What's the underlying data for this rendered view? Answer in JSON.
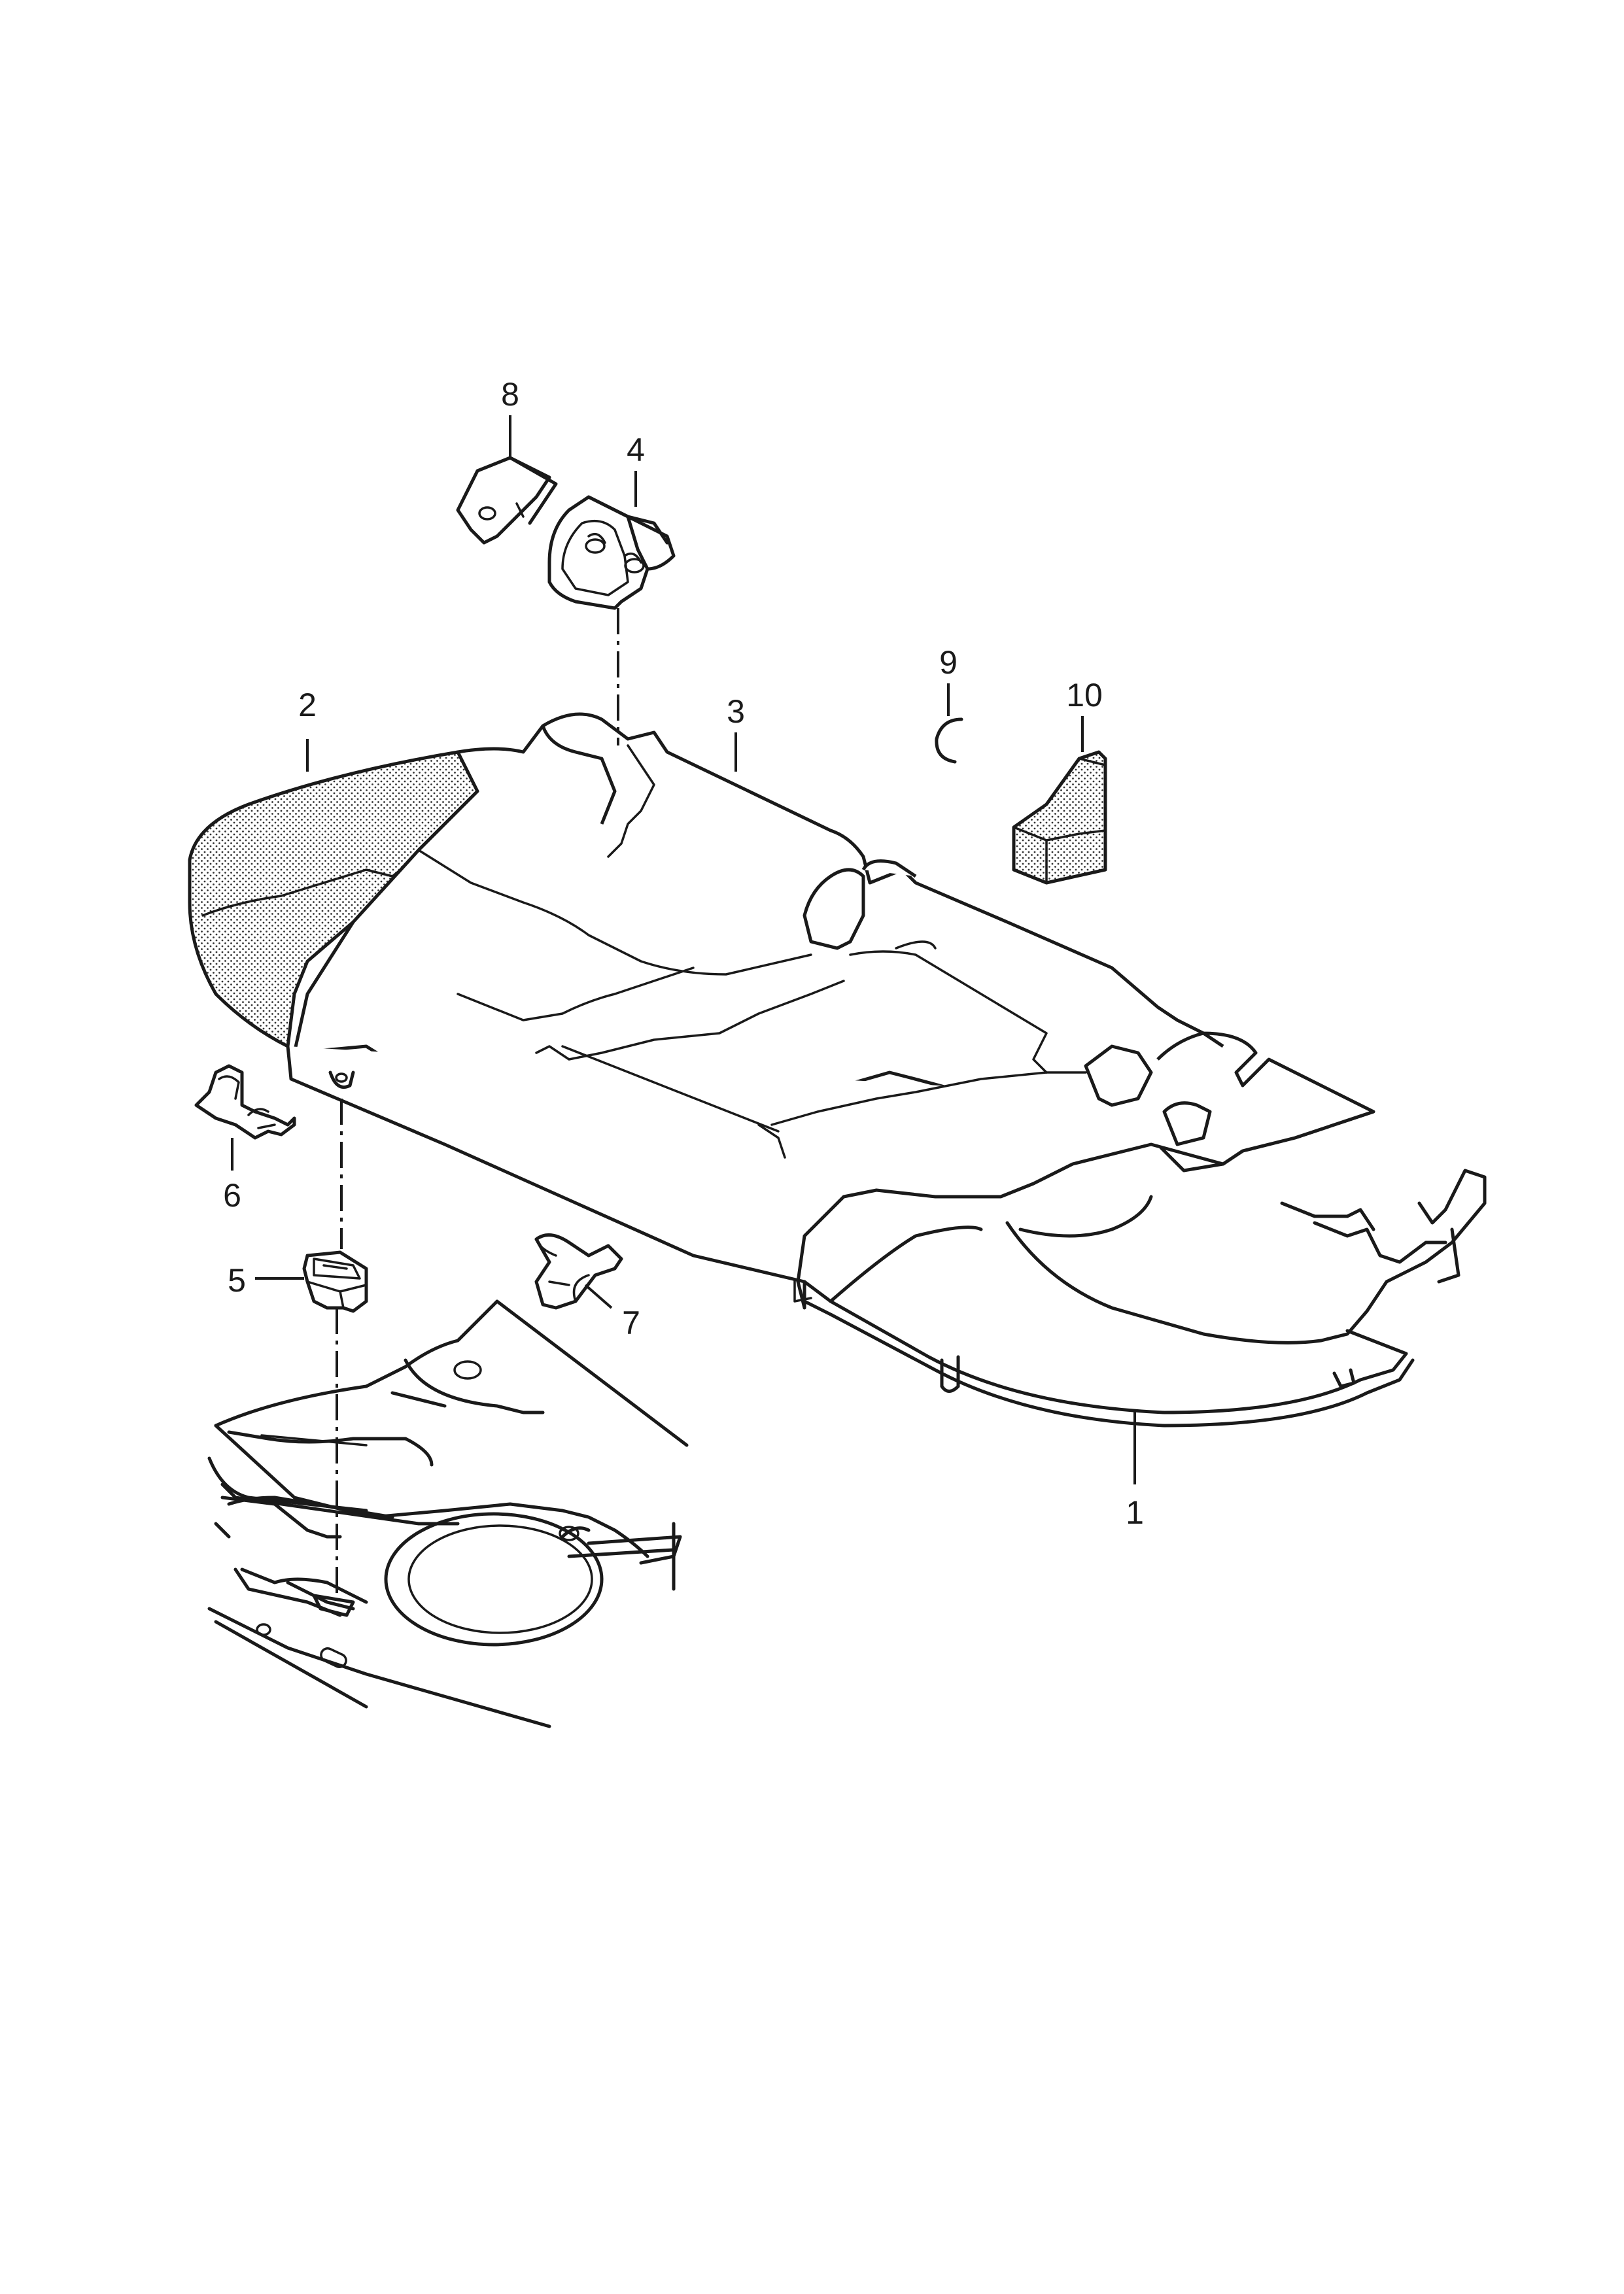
{
  "diagram": {
    "part_labels": [
      {
        "id": "1",
        "text": "1"
      },
      {
        "id": "2",
        "text": "2"
      },
      {
        "id": "3",
        "text": "3"
      },
      {
        "id": "4",
        "text": "4"
      },
      {
        "id": "5",
        "text": "5"
      },
      {
        "id": "6",
        "text": "6"
      },
      {
        "id": "7",
        "text": "7"
      },
      {
        "id": "8",
        "text": "8"
      },
      {
        "id": "9",
        "text": "9"
      },
      {
        "id": "10",
        "text": "10"
      }
    ]
  }
}
